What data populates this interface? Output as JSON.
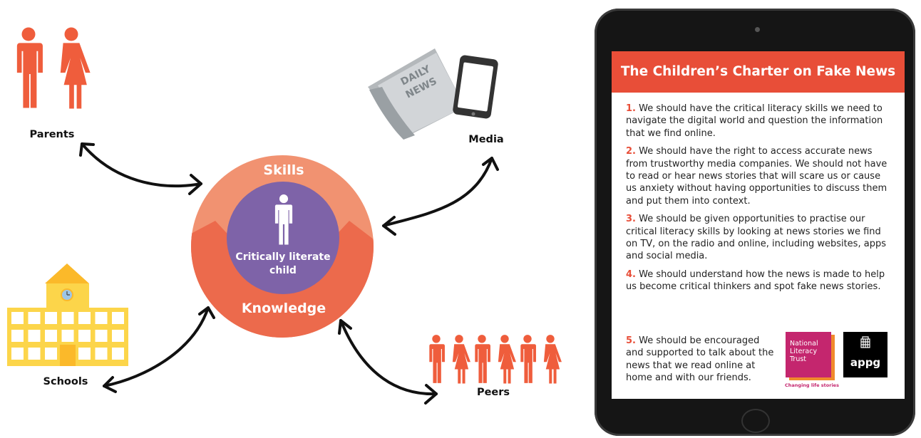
{
  "diagram": {
    "nodes": {
      "parents": "Parents",
      "media": "Media",
      "schools": "Schools",
      "peers": "Peers"
    },
    "center": {
      "skills": "Skills",
      "knowledge": "Knowledge",
      "child": "Critically literate child"
    },
    "newspaper_masthead": "DAILY NEWS",
    "colors": {
      "figure": "#ef5d3c",
      "skills_ring": "#f19271",
      "knowledge_ring": "#ec6a4c",
      "inner": "#7e63a8",
      "school": "#fcd54a",
      "school_roof": "#fbb92a"
    }
  },
  "charter": {
    "title": "The Children’s Charter on Fake News",
    "items": [
      {
        "num": "1.",
        "text": "We should have the critical literacy skills we need to navigate the digital world and question the information that we find online."
      },
      {
        "num": "2.",
        "text": "We should have the right to access accurate news from trustworthy media companies. We should not have to read or hear news stories that will scare us or cause us anxiety without having opportunities to discuss them and put them into context."
      },
      {
        "num": "3.",
        "text": "We should be given opportunities to practise our critical literacy skills by looking at news stories we find on TV, on the radio and online, including websites, apps and social media."
      },
      {
        "num": "4.",
        "text": "We should understand how the news is made to help us become critical thinkers and spot fake news stories."
      },
      {
        "num": "5.",
        "text": "We should be encouraged and supported to talk about the news that we read online at home and with our friends."
      }
    ],
    "logos": {
      "nlt": "National Literacy Trust",
      "nlt_tagline": "Changing life stories",
      "appg": "appg"
    },
    "colors": {
      "header": "#e84e38",
      "nlt": "#c4266e"
    }
  }
}
